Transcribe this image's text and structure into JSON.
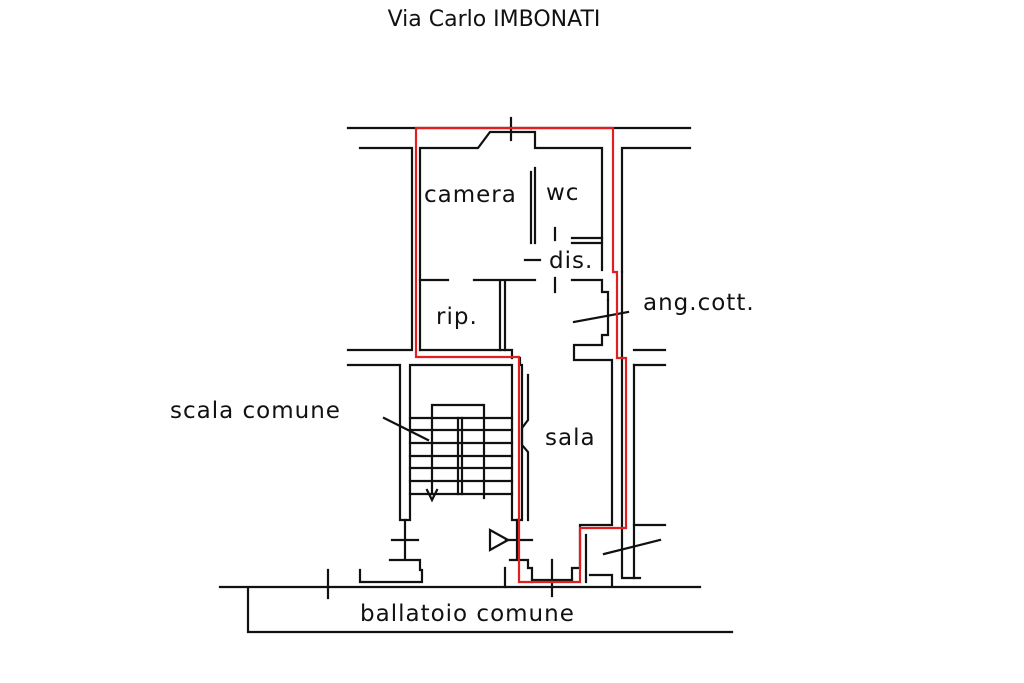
{
  "title": "Via Carlo IMBONATI",
  "rooms": {
    "camera": "camera",
    "wc": "wc",
    "dis": "dis.",
    "rip": "rip.",
    "ang_cott": "ang.cott.",
    "scala": "scala comune",
    "sala": "sala",
    "ballatoio": "ballatoio comune"
  },
  "colors": {
    "outline": "#e02020",
    "walls": "#111111"
  }
}
